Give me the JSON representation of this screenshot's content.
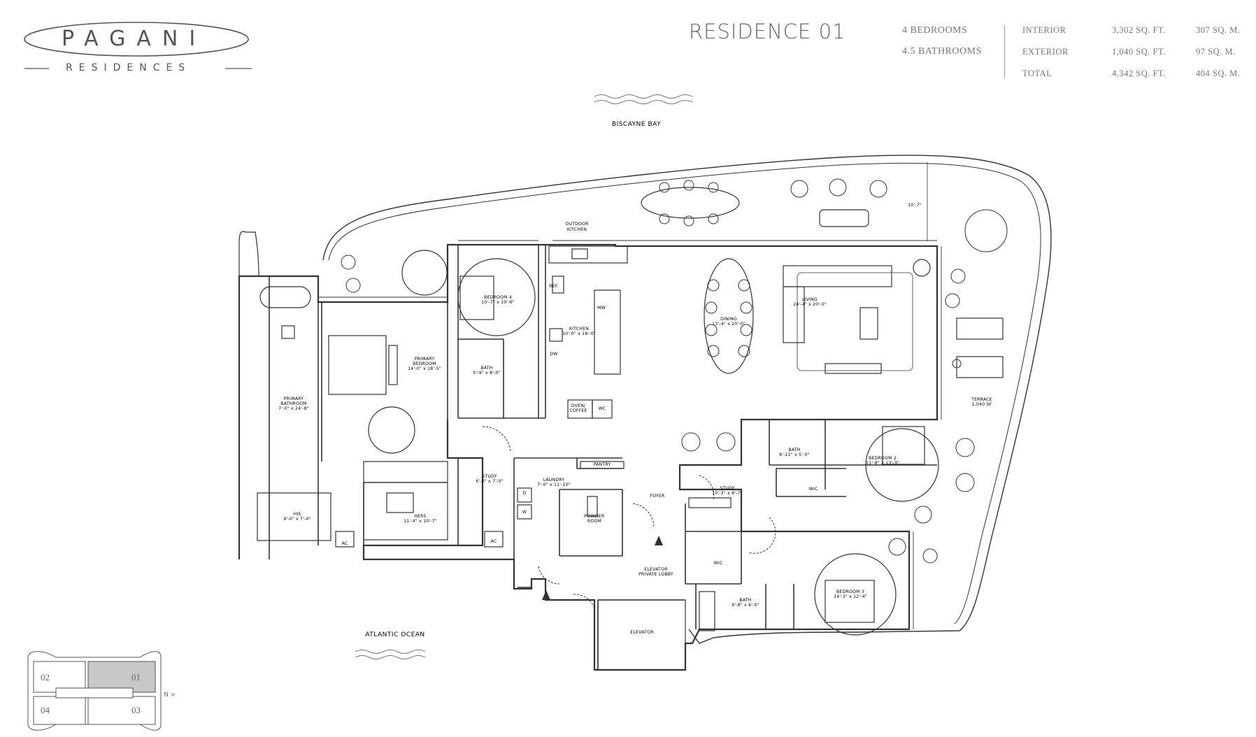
{
  "brand": {
    "name": "PAGANI",
    "subtitle": "RESIDENCES"
  },
  "residence": {
    "title": "RESIDENCE 01",
    "bedrooms": "4 BEDROOMS",
    "bathrooms": "4.5 BATHROOMS"
  },
  "areas": [
    {
      "label": "INTERIOR",
      "sqft": "3,302 SQ. FT.",
      "sqm": "307 SQ. M."
    },
    {
      "label": "EXTERIOR",
      "sqft": "1,040 SQ. FT.",
      "sqm": "97 SQ. M."
    },
    {
      "label": "TOTAL",
      "sqft": "4,342 SQ. FT.",
      "sqm": "404 SQ. M."
    }
  ],
  "surroundings": {
    "north": "BISCAYNE BAY",
    "south": "ATLANTIC OCEAN"
  },
  "rooms": {
    "outdoor_kitchen": [
      "OUTDOOR",
      "KITCHEN"
    ],
    "bedroom4": [
      "BEDROOM 4",
      "10'-7\" x 10'-6\""
    ],
    "primary_bedroom": [
      "PRIMARY",
      "BEDROOM",
      "14'-0\" x 18'-5\""
    ],
    "primary_bathroom": [
      "PRIMARY",
      "BATHROOM",
      "7'-0\" x 24'-8\""
    ],
    "bath4": [
      "BATH",
      "5'-9\" x 8'-0\""
    ],
    "kitchen": [
      "KITCHEN",
      "10'-0\" x 18'-0\""
    ],
    "ref": "REF.",
    "dw": "DW",
    "mw": "MW",
    "oven": [
      "OVEN/",
      "COFFEE"
    ],
    "wc": "WC",
    "dining": [
      "DINING",
      "13'-4\" x 20'-0\""
    ],
    "living": [
      "LIVING",
      "24'-4\" x 20'-0\""
    ],
    "terrace": [
      "TERRACE",
      "1,040 SF"
    ],
    "terrace_depth": "10'-7\"",
    "his": [
      "HIS",
      "9'-0\" x 7'-0\""
    ],
    "hers": [
      "HERS",
      "11'-4\" x 10'-7\""
    ],
    "ac": "AC",
    "study1": [
      "STUDY",
      "6'-0\" x 7'-0\""
    ],
    "laundry": [
      "LAUNDRY",
      "7'-0\" x 11'-10\""
    ],
    "d": "D",
    "w": "W",
    "pantry": "PANTRY",
    "powder": [
      "POWDER",
      "ROOM"
    ],
    "foyer": "FOYER",
    "elevator_lobby": [
      "ELEVATOR",
      "PRIVATE LOBBY"
    ],
    "elevator": "ELEVATOR",
    "study2": [
      "STUDY",
      "10'-3\" x 8'-7\""
    ],
    "bath2": [
      "BATH",
      "8'-11\" x 5'-0\""
    ],
    "bedroom2": [
      "BEDROOM 2",
      "11'-8\" x 13'-3\""
    ],
    "wic": "WIC",
    "wic2": "WIC",
    "bath3": [
      "BATH",
      "9'-8\" x 6'-0\""
    ],
    "bedroom3": [
      "BEDROOM 3",
      "14'-3\" x 12'-4\""
    ]
  },
  "keyplan": {
    "units": [
      "02",
      "01",
      "04",
      "03"
    ],
    "north_label": "N >"
  },
  "colors": {
    "line": "#333333",
    "highlight": "#c8c8c8",
    "text": "#555555"
  }
}
